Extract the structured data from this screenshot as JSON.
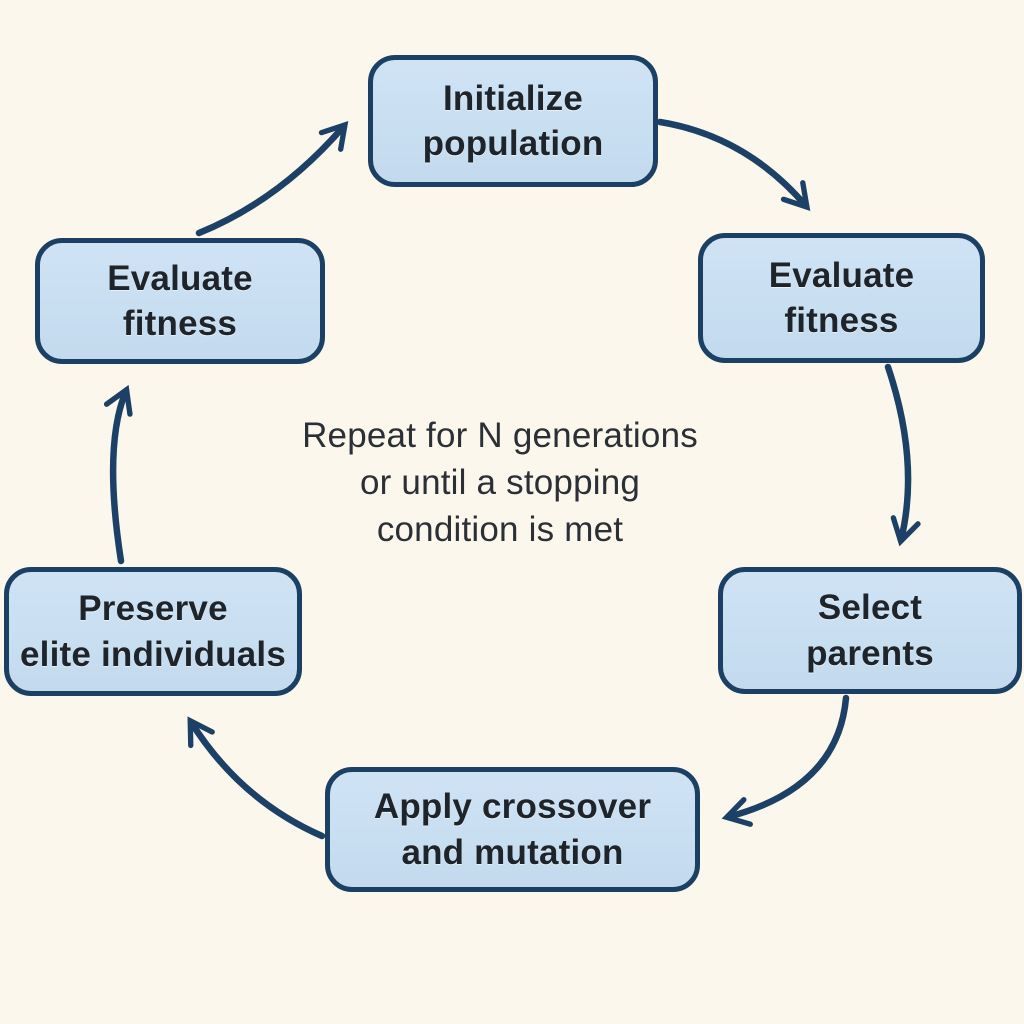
{
  "diagram_type": "cycle-flowchart",
  "colors": {
    "background": "#fbf7ec",
    "node_fill": "#c8def1",
    "node_border": "#1c4064",
    "arrow": "#1d4166",
    "node_text": "#1f242a",
    "note_text": "#2b3036"
  },
  "nodes": [
    {
      "id": "initialize-population",
      "label": "Initialize\npopulation"
    },
    {
      "id": "evaluate-fitness-right",
      "label": "Evaluate\nfitness"
    },
    {
      "id": "select-parents",
      "label": "Select\nparents"
    },
    {
      "id": "apply-crossover-mutation",
      "label": "Apply crossover\nand mutation"
    },
    {
      "id": "preserve-elite-individuals",
      "label": "Preserve\nelite individuals"
    },
    {
      "id": "evaluate-fitness-left",
      "label": "Evaluate\nfitness"
    }
  ],
  "center_note": "Repeat for N generations\nor until a stopping\ncondition is met",
  "connections": [
    {
      "from": "initialize-population",
      "to": "evaluate-fitness-right"
    },
    {
      "from": "evaluate-fitness-right",
      "to": "select-parents"
    },
    {
      "from": "select-parents",
      "to": "apply-crossover-mutation"
    },
    {
      "from": "apply-crossover-mutation",
      "to": "preserve-elite-individuals"
    },
    {
      "from": "preserve-elite-individuals",
      "to": "evaluate-fitness-left"
    },
    {
      "from": "evaluate-fitness-left",
      "to": "initialize-population"
    }
  ]
}
